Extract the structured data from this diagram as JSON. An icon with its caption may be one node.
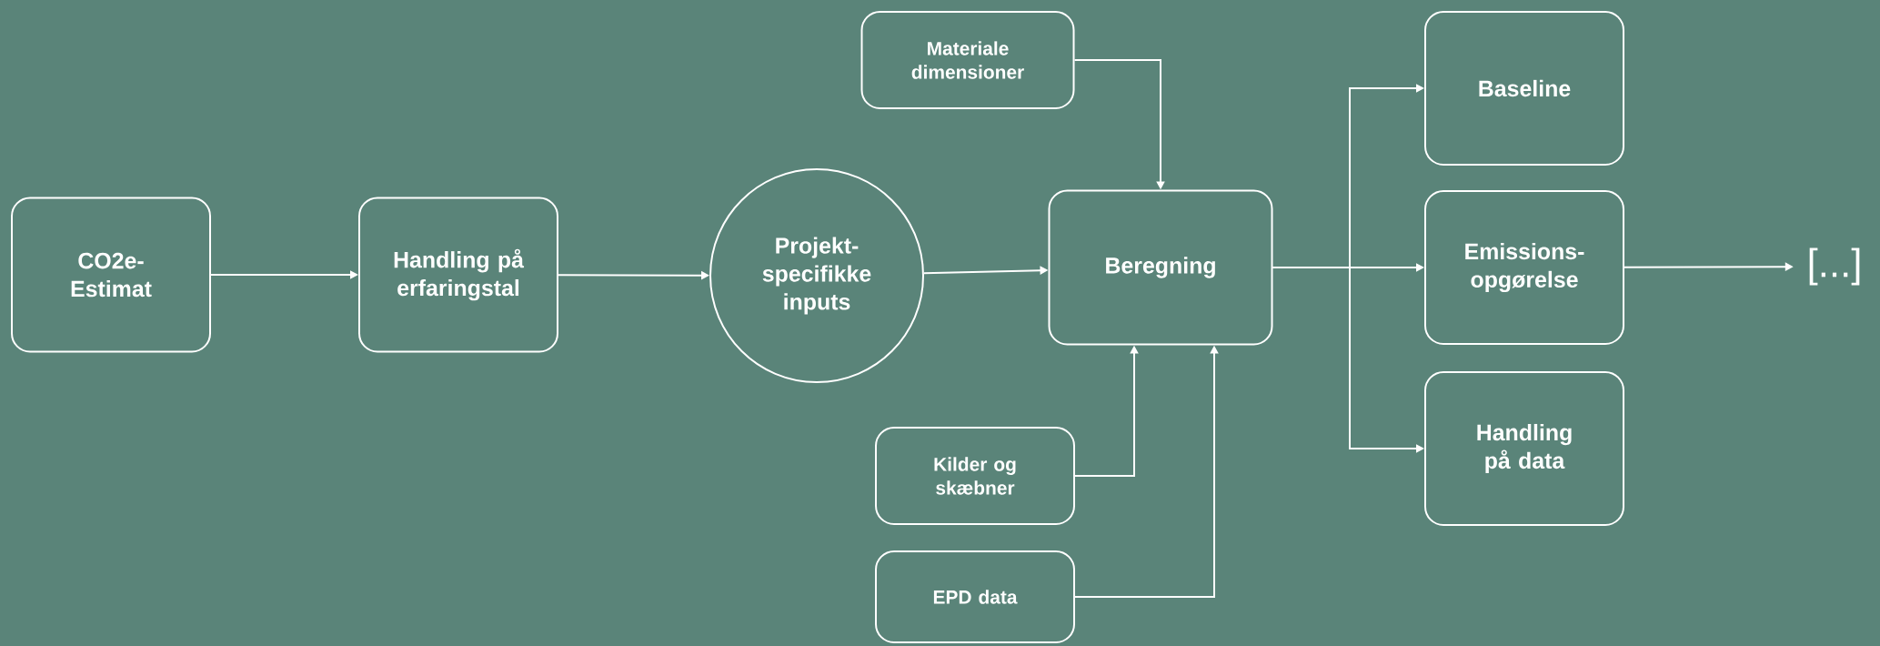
{
  "diagram": {
    "nodes": [
      {
        "text": [
          "CO2e-Estimat"
        ]
      },
      {
        "text": [
          "Handling på erfaringstal"
        ]
      },
      {
        "text": [
          "Projekt-specifikke inputs"
        ]
      },
      {
        "text": [
          "Materiale dimensioner"
        ]
      },
      {
        "text": [
          "Beregning"
        ]
      },
      {
        "text": [
          "Kilder og skæbner"
        ]
      },
      {
        "text": [
          "EPD data"
        ]
      },
      {
        "text": [
          "Baseline"
        ]
      },
      {
        "text": [
          "Emissions-opgørelse"
        ]
      },
      {
        "text": [
          "Handling på data"
        ]
      },
      {
        "text": [
          "[...]"
        ]
      }
    ],
    "edges": [
      {
        "from": 0,
        "to": 1,
        "arrow": "to"
      },
      {
        "from": 1,
        "to": 2,
        "arrow": "to"
      },
      {
        "from": 2,
        "to": 4,
        "arrow": "to"
      },
      {
        "from": 3,
        "to": 4,
        "arrow": "to"
      },
      {
        "from": 5,
        "to": 4,
        "arrow": "to"
      },
      {
        "from": 6,
        "to": 4,
        "arrow": "to"
      },
      {
        "from": 4,
        "to": 7,
        "arrow": "to"
      },
      {
        "from": 4,
        "to": 8,
        "arrow": "to"
      },
      {
        "from": 4,
        "to": 9,
        "arrow": "to"
      },
      {
        "from": 8,
        "to": 10,
        "arrow": "to"
      }
    ]
  }
}
